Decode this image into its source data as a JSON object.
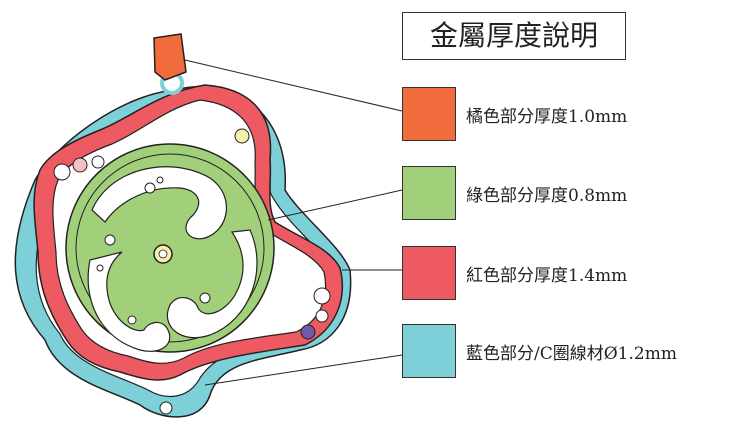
{
  "title": "金屬厚度說明",
  "legend": [
    {
      "label": "橘色部分厚度1.0mm",
      "color": "#f26b3c"
    },
    {
      "label": "綠色部分厚度0.8mm",
      "color": "#a2d07a"
    },
    {
      "label": "紅色部分厚度1.4mm",
      "color": "#ee5a62"
    },
    {
      "label": "藍色部分/C圈線材Ø1.2mm",
      "color": "#7dcfd8"
    }
  ]
}
